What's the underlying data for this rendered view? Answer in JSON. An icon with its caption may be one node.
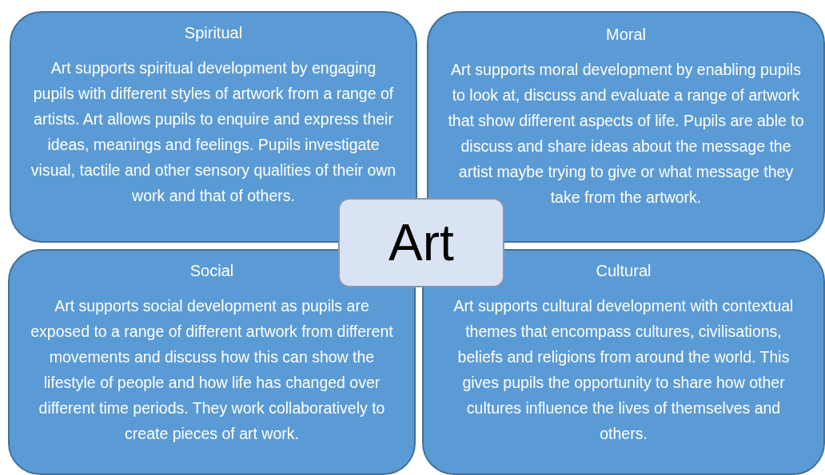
{
  "diagram": {
    "nodes": [
      {
        "text": [
          "Spiritual",
          "Art supports spiritual development by engaging pupils with different styles of artwork from a range of artists. Art allows pupils to enquire and express their ideas, meanings and feelings. Pupils investigate visual, tactile and other sensory qualities of their own work and that of others."
        ]
      },
      {
        "text": [
          "Moral",
          "Art supports moral development by enabling pupils to look at, discuss and evaluate a range of artwork that show different aspects of life. Pupils are able to discuss and share ideas about the message the artist maybe trying to give or what message they take from the artwork."
        ]
      },
      {
        "text": [
          "Social",
          "Art supports social development as pupils are exposed to a range of different artwork from different movements and discuss how this can show the lifestyle of people and how life has changed over different time periods. They work collaboratively to create pieces of art work."
        ]
      },
      {
        "text": [
          "Cultural",
          "Art supports cultural development with contextual themes that encompass cultures, civilisations, beliefs and religions from around the world. This gives pupils the opportunity to share how other cultures influence the lives of themselves and others."
        ]
      },
      {
        "text": [
          "Art"
        ]
      }
    ],
    "edges": []
  }
}
